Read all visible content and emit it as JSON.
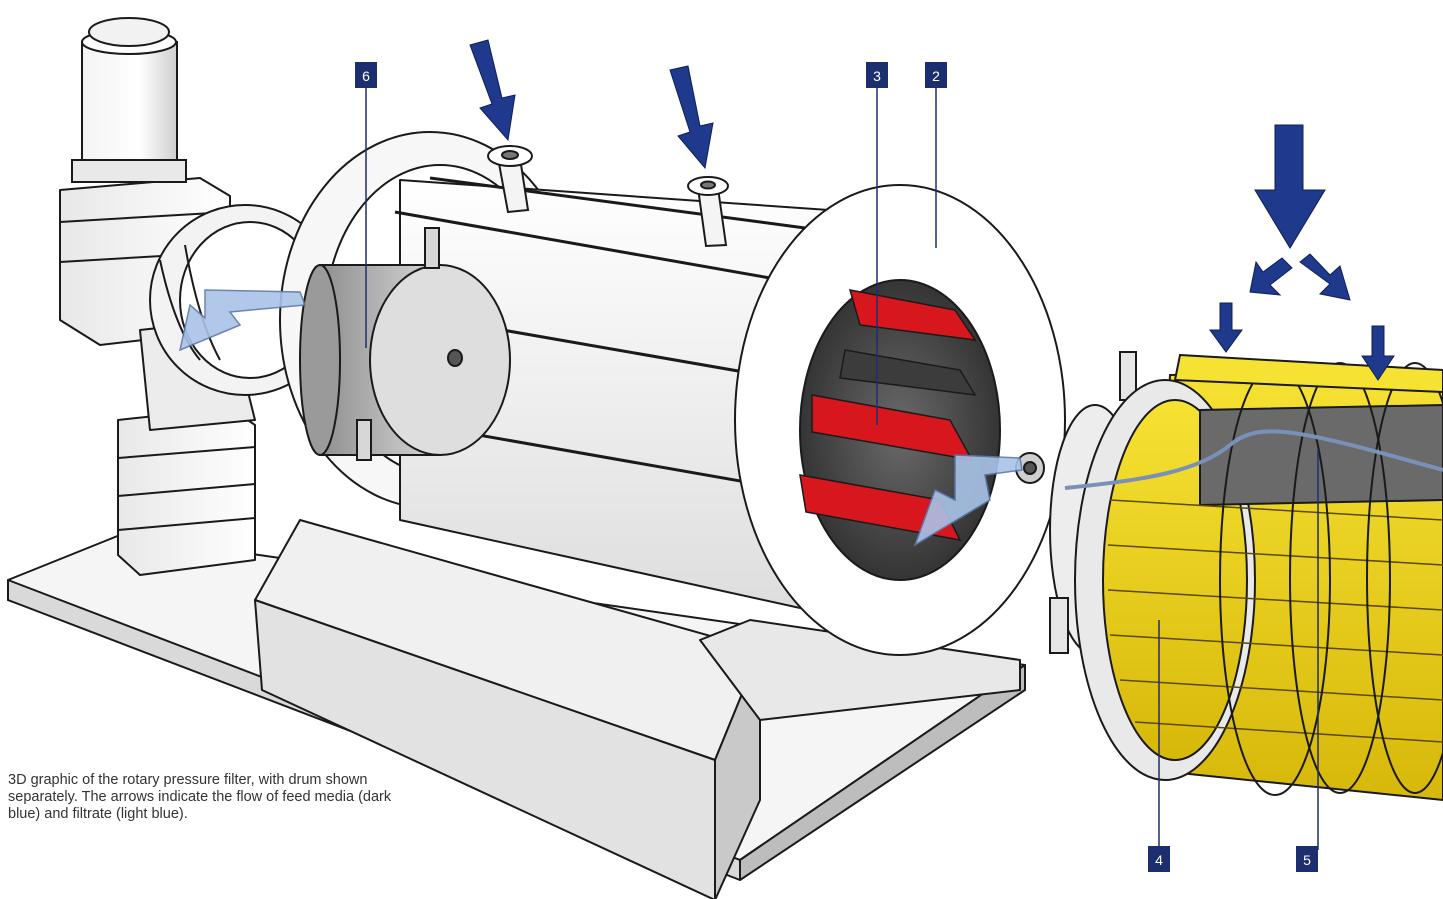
{
  "caption": "3D graphic of the rotary pressure filter, with drum shown separately. The arrows indicate the flow of feed media (dark blue) and filtrate (light blue).",
  "callouts": {
    "c2": "2",
    "c3": "3",
    "c4": "4",
    "c5": "5",
    "c6": "6"
  },
  "colors": {
    "callout_box": "#1d2e6f",
    "feed_arrow": "#1f3a8c",
    "filtrate_arrow": "#a9c3e8",
    "drum_yellow": "#f2d81a",
    "filter_red": "#d8161d",
    "housing": "#ffffff",
    "outline": "#1a1a1a"
  }
}
